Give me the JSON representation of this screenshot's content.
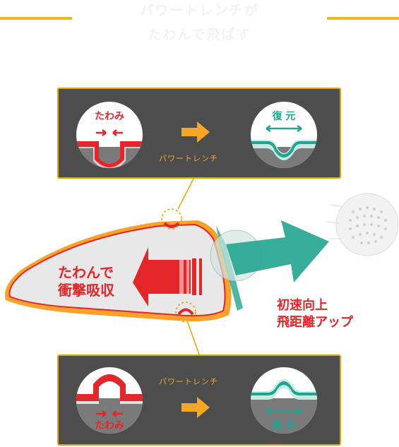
{
  "header": {
    "title_line1": "パワートレンチが",
    "title_line2": "たわんで飛ばす"
  },
  "top_panel": {
    "left_label": "たわみ",
    "right_label": "復 元",
    "caption": "パワートレンチ"
  },
  "bottom_panel": {
    "left_label": "たわみ",
    "right_label": "復 元",
    "caption": "パワートレンチ"
  },
  "club": {
    "absorb_line1": "たわんで",
    "absorb_line2": "衝撃吸収"
  },
  "result": {
    "line1": "初速向上",
    "line2": "飛距離アップ"
  },
  "colors": {
    "accent": "#e3a300",
    "red": "#e3262a",
    "green": "#21a48f",
    "panel_bg": "#4d4d4d",
    "arrow_orange": "#f5a623"
  }
}
